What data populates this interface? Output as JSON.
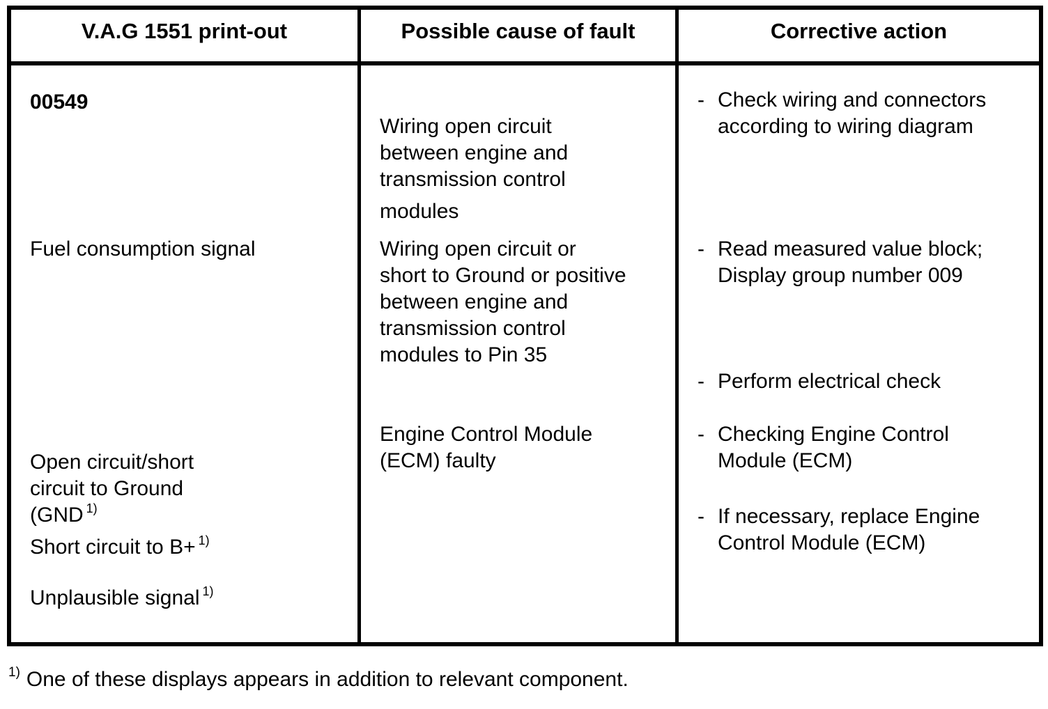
{
  "table": {
    "headers": [
      "V.A.G 1551 print-out",
      "Possible cause of fault",
      "Corrective action"
    ],
    "printout": {
      "code": "00549",
      "fuel_signal": "Fuel consumption signal",
      "open_short_lines": "Open circuit/short\ncircuit to Ground",
      "gnd_text": "(GND",
      "gnd_sup": "1)",
      "short_b_text": "Short circuit to B+",
      "short_b_sup": "1)",
      "unplausible_text": "Unplausible signal",
      "unplausible_sup": "1)"
    },
    "cause": {
      "cause1_lines": "Wiring open circuit\nbetween engine and\ntransmission control",
      "cause1_lastline": "modules",
      "cause2": "Wiring open circuit or\nshort to Ground or positive\nbetween engine and\ntransmission control\nmodules to Pin 35",
      "cause3": "Engine Control Module\n(ECM) faulty"
    },
    "action": {
      "dash": "-",
      "action1": "Check wiring and connectors\naccording to wiring diagram",
      "action2": "Read measured value block;\nDisplay group number 009",
      "action3": "Perform electrical check",
      "action4": "Checking Engine Control\nModule (ECM)",
      "action5": "If necessary, replace Engine\nControl Module (ECM)"
    }
  },
  "footnote": {
    "sup": "1)",
    "text": "One of these displays appears in addition to relevant component."
  },
  "colors": {
    "ink": "#000000",
    "paper": "#ffffff"
  }
}
